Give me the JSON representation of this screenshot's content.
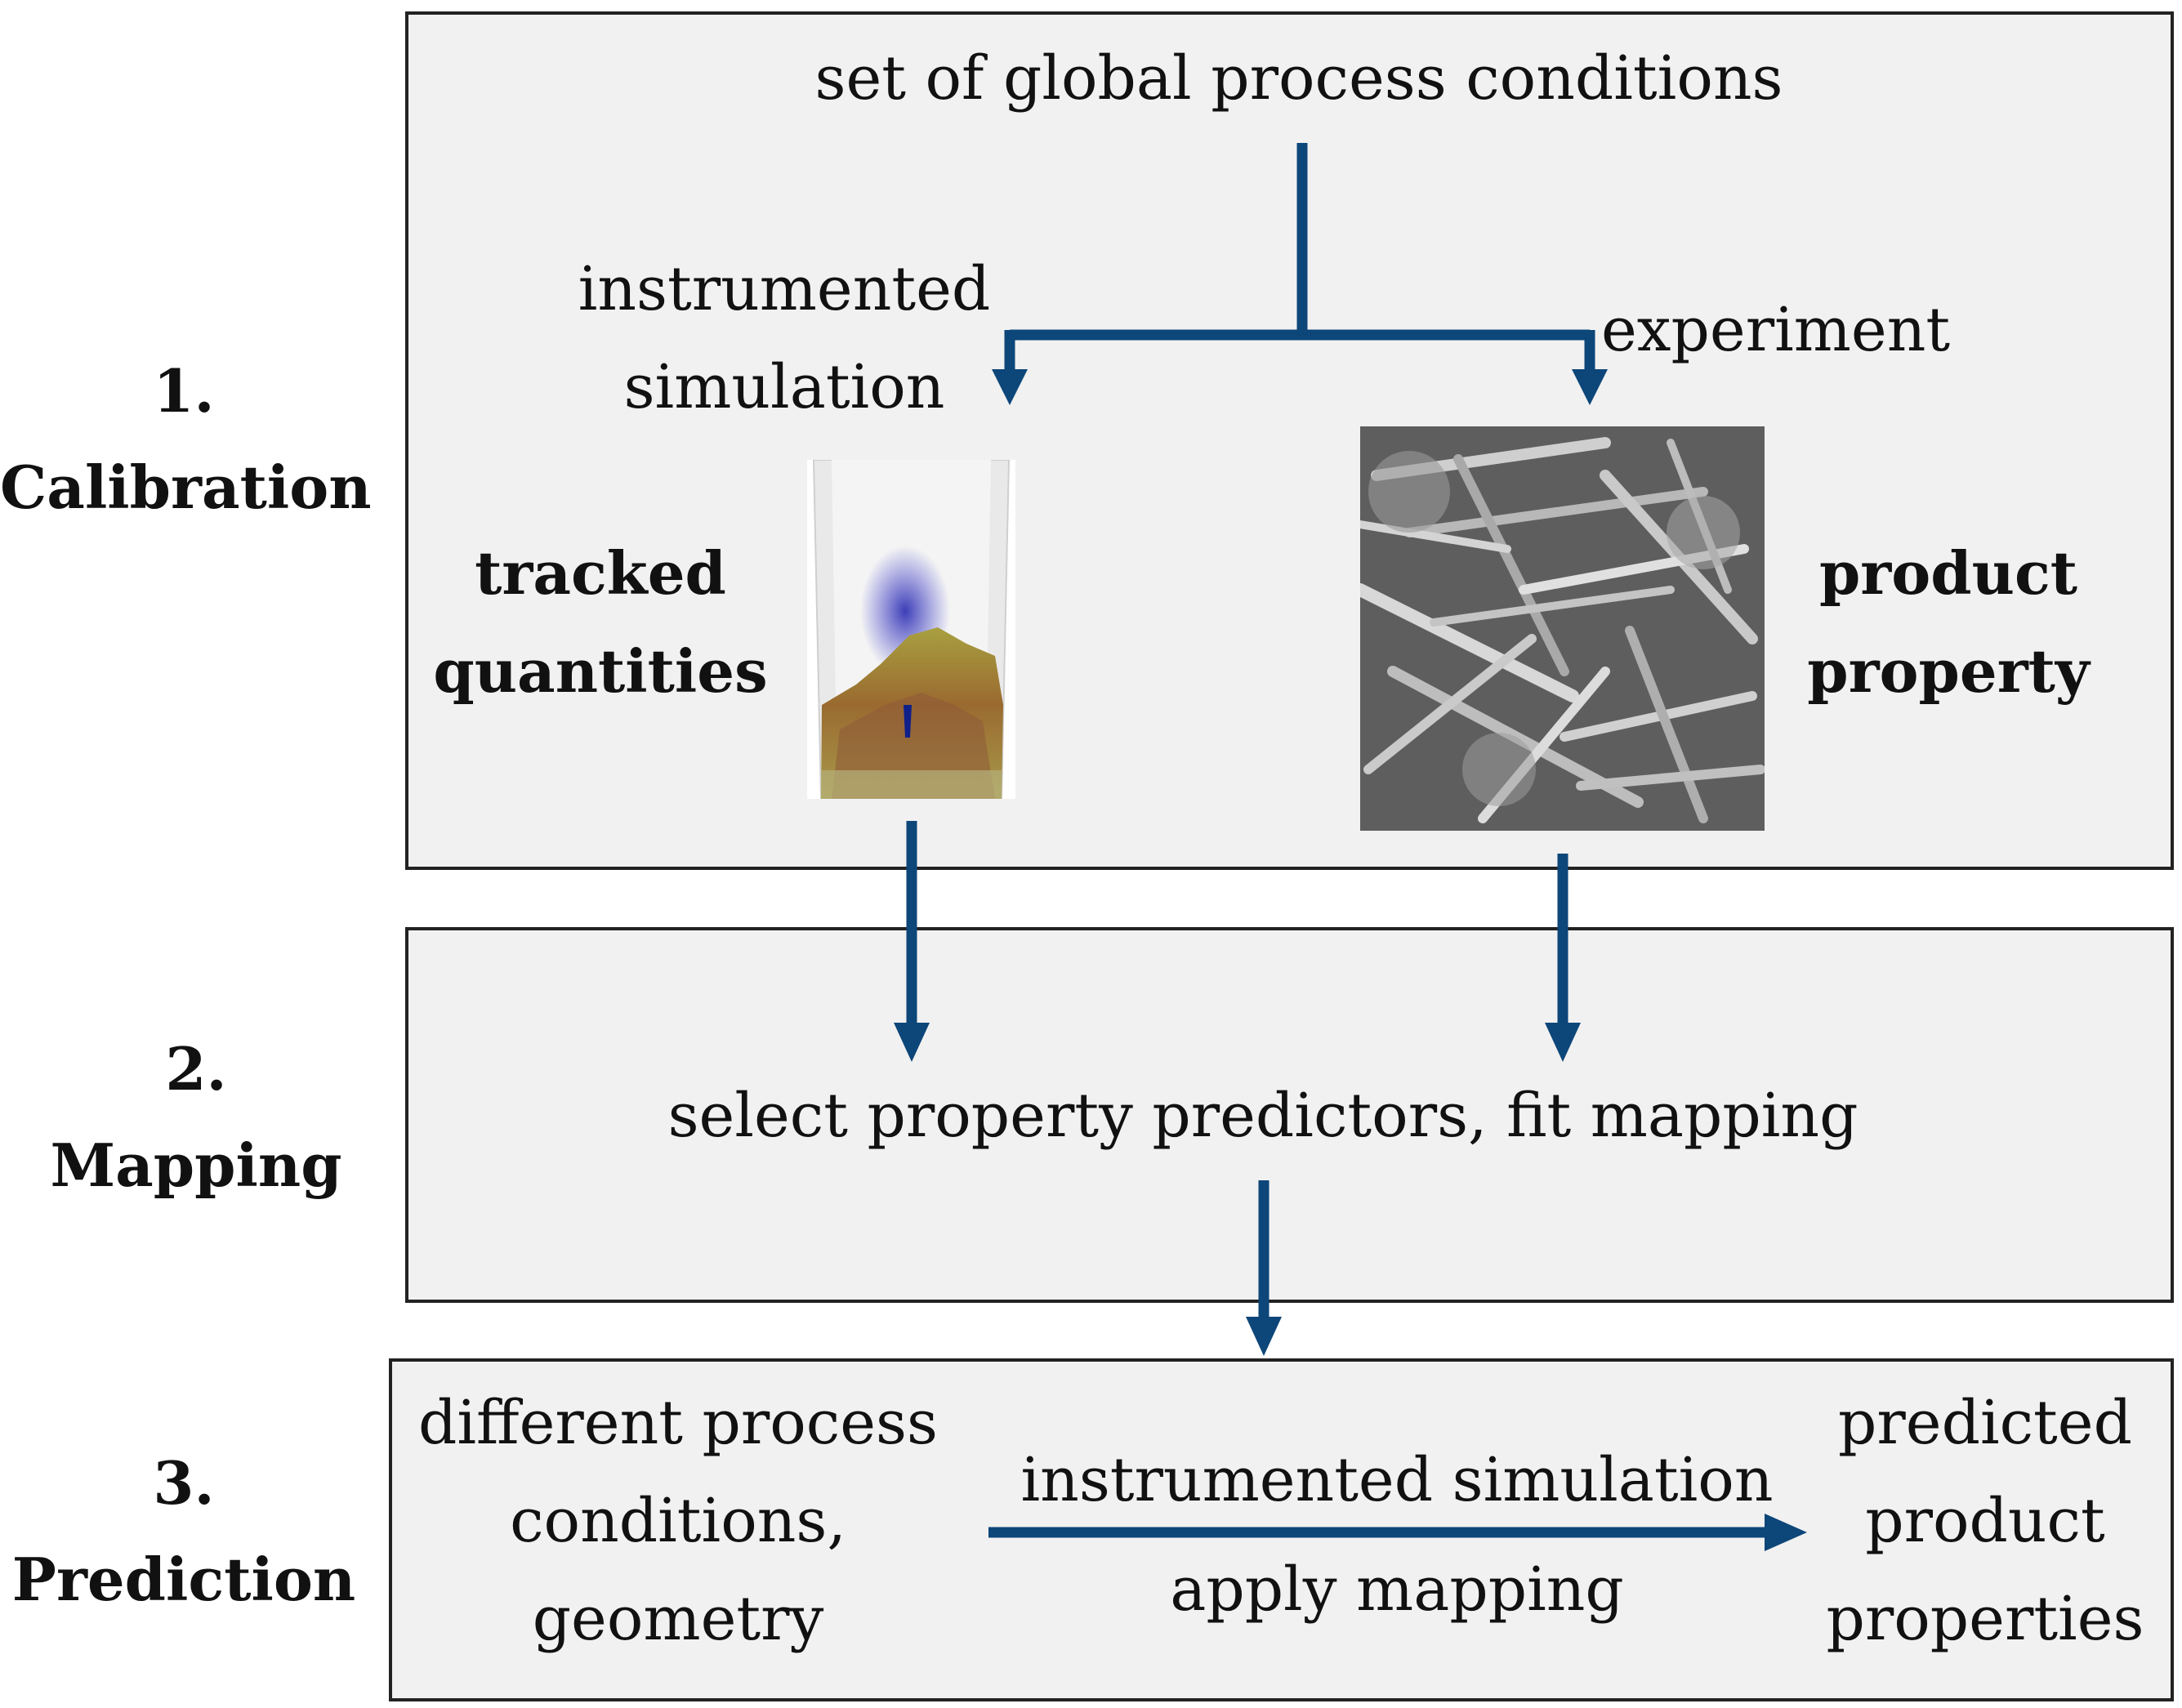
{
  "stages": [
    {
      "number": "1.",
      "name": "Calibration"
    },
    {
      "number": "2.",
      "name": "Mapping"
    },
    {
      "number": "3.",
      "name": "Prediction"
    }
  ],
  "calibration": {
    "conditions": "set of global process conditions",
    "simulation_line1": "instrumented",
    "simulation_line2": "simulation",
    "experiment": "experiment",
    "tracked_line1": "tracked",
    "tracked_line2": "quantities",
    "product_line1": "product",
    "product_line2": "property"
  },
  "mapping": {
    "text": "select property predictors, fit mapping"
  },
  "prediction": {
    "input_line1": "different process",
    "input_line2": "conditions,",
    "input_line3": "geometry",
    "arrow_top": "instrumented simulation",
    "arrow_bottom": "apply mapping",
    "output_line1": "predicted",
    "output_line2": "product",
    "output_line3": "properties"
  },
  "colors": {
    "arrow": "#0d4679",
    "panel": "#f1f1f1",
    "border": "#222222"
  },
  "images": {
    "simulation": "particle-simulation-image",
    "micrograph": "sem-micrograph-image"
  }
}
